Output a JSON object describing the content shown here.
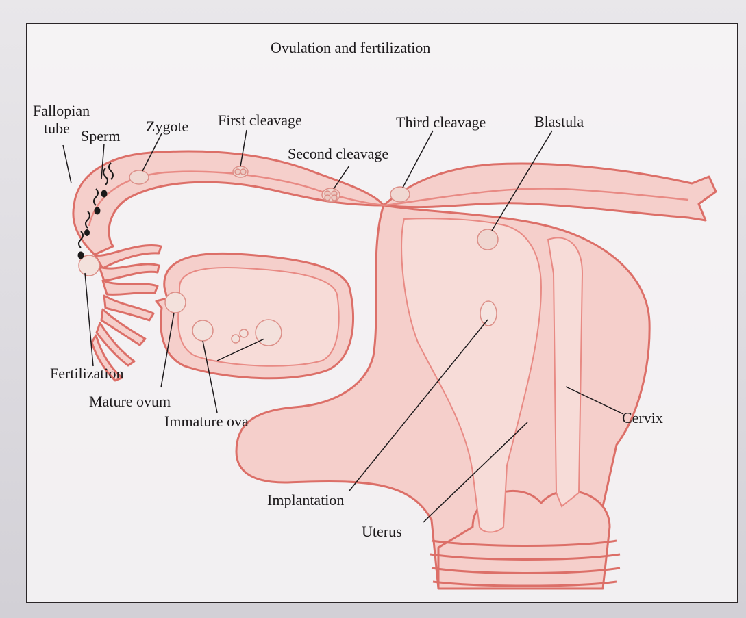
{
  "diagram": {
    "title": "Ovulation and fertilization",
    "labels": {
      "fallopian_tube_line1": "Fallopian",
      "fallopian_tube_line2": "tube",
      "sperm": "Sperm",
      "zygote": "Zygote",
      "first_cleavage": "First cleavage",
      "second_cleavage": "Second cleavage",
      "third_cleavage": "Third cleavage",
      "blastula": "Blastula",
      "fertilization": "Fertilization",
      "mature_ovum": "Mature ovum",
      "immature_ova": "Immature ova",
      "implantation": "Implantation",
      "uterus": "Uterus",
      "cervix": "Cervix"
    },
    "colors": {
      "tissue_fill": "#f5cfcb",
      "tissue_stroke": "#dc6f68",
      "cavity": "#f7dcd8",
      "label_text": "#1d1a1c",
      "frame_border": "#2a2527"
    }
  }
}
